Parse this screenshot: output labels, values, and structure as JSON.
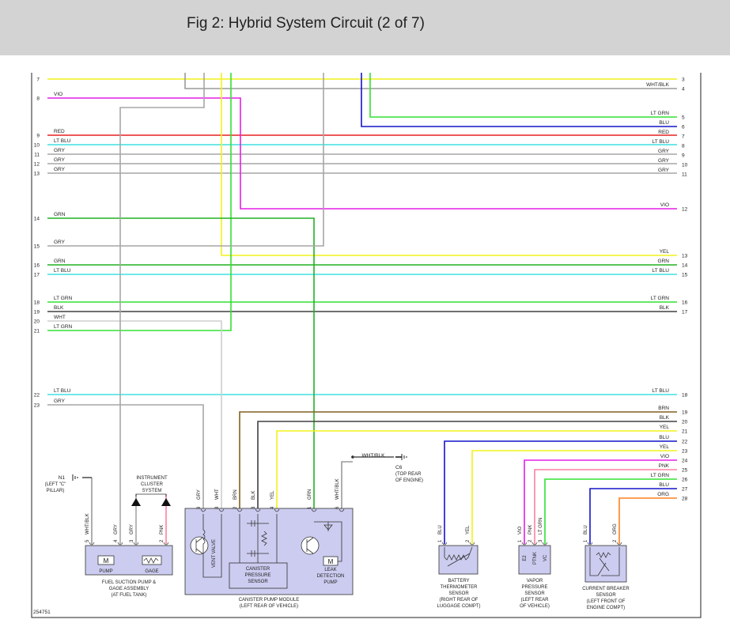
{
  "header": {
    "title": "Fig 2: Hybrid System Circuit (2 of 7)"
  },
  "figure_id": "254751",
  "colors": {
    "YEL": "#f2f21a",
    "VIO": "#e61ee6",
    "RED": "#e62020",
    "LT BLU": "#3ee0e0",
    "GRY": "#a6a6a6",
    "GRN": "#22b022",
    "LT GRN": "#33e033",
    "BLK": "#404040",
    "WHT": "#cfcfcf",
    "BLU": "#1414c8",
    "BRN": "#806020",
    "WHT/BLK": "#9a9a9a",
    "PNK": "#ff80a0",
    "ORG": "#ff8020"
  },
  "left_wires": [
    {
      "pin": "7",
      "label": "YEL",
      "color": "YEL"
    },
    {
      "pin": "8",
      "label": "VIO",
      "color": "VIO"
    },
    {
      "pin": "9",
      "label": "RED",
      "color": "RED"
    },
    {
      "pin": "10",
      "label": "LT BLU",
      "color": "LT BLU"
    },
    {
      "pin": "11",
      "label": "GRY",
      "color": "GRY"
    },
    {
      "pin": "12",
      "label": "GRY",
      "color": "GRY"
    },
    {
      "pin": "13",
      "label": "GRY",
      "color": "GRY"
    },
    {
      "pin": "14",
      "label": "GRN",
      "color": "GRN"
    },
    {
      "pin": "15",
      "label": "GRY",
      "color": "GRY"
    },
    {
      "pin": "16",
      "label": "GRN",
      "color": "GRN"
    },
    {
      "pin": "17",
      "label": "LT BLU",
      "color": "LT BLU"
    },
    {
      "pin": "18",
      "label": "LT GRN",
      "color": "LT GRN"
    },
    {
      "pin": "19",
      "label": "BLK",
      "color": "BLK"
    },
    {
      "pin": "20",
      "label": "WHT",
      "color": "WHT"
    },
    {
      "pin": "21",
      "label": "LT GRN",
      "color": "LT GRN"
    },
    {
      "pin": "22",
      "label": "LT BLU",
      "color": "LT BLU"
    },
    {
      "pin": "23",
      "label": "GRY",
      "color": "GRY"
    }
  ],
  "right_wires": [
    {
      "pin": "3",
      "label": "YEL",
      "color": "YEL"
    },
    {
      "pin": "4",
      "label": "WHT/BLK",
      "color": "WHT/BLK"
    },
    {
      "pin": "5",
      "label": "LT GRN",
      "color": "LT GRN"
    },
    {
      "pin": "6",
      "label": "BLU",
      "color": "BLU"
    },
    {
      "pin": "7",
      "label": "RED",
      "color": "RED"
    },
    {
      "pin": "8",
      "label": "LT BLU",
      "color": "LT BLU"
    },
    {
      "pin": "9",
      "label": "GRY",
      "color": "GRY"
    },
    {
      "pin": "10",
      "label": "GRY",
      "color": "GRY"
    },
    {
      "pin": "11",
      "label": "GRY",
      "color": "GRY"
    },
    {
      "pin": "12",
      "label": "VIO",
      "color": "VIO"
    },
    {
      "pin": "13",
      "label": "YEL",
      "color": "YEL"
    },
    {
      "pin": "14",
      "label": "GRN",
      "color": "GRN"
    },
    {
      "pin": "15",
      "label": "LT BLU",
      "color": "LT BLU"
    },
    {
      "pin": "16",
      "label": "LT GRN",
      "color": "LT GRN"
    },
    {
      "pin": "17",
      "label": "BLK",
      "color": "BLK"
    },
    {
      "pin": "18",
      "label": "LT BLU",
      "color": "LT BLU"
    },
    {
      "pin": "19",
      "label": "BRN",
      "color": "BRN"
    },
    {
      "pin": "20",
      "label": "BLK",
      "color": "BLK"
    },
    {
      "pin": "21",
      "label": "YEL",
      "color": "YEL"
    },
    {
      "pin": "22",
      "label": "BLU",
      "color": "BLU"
    },
    {
      "pin": "23",
      "label": "YEL",
      "color": "YEL"
    },
    {
      "pin": "24",
      "label": "VIO",
      "color": "VIO"
    },
    {
      "pin": "25",
      "label": "PNK",
      "color": "PNK"
    },
    {
      "pin": "26",
      "label": "LT GRN",
      "color": "LT GRN"
    },
    {
      "pin": "27",
      "label": "BLU",
      "color": "BLU"
    },
    {
      "pin": "28",
      "label": "ORG",
      "color": "ORG"
    }
  ],
  "ground_n1": {
    "name": "N1",
    "location": [
      "(LEFT \"C\"",
      "PILLAR)"
    ]
  },
  "ground_c6": {
    "wire": "WHT/BLK",
    "name": "C6",
    "location": [
      "(TOP REAR",
      "OF ENGINE)"
    ]
  },
  "cluster": {
    "lines": [
      "INSTRUMENT",
      "CLUSTER",
      "SYSTEM"
    ]
  },
  "fuel_pump": {
    "pins": [
      {
        "num": "5",
        "wire": "WHT/BLK"
      },
      {
        "num": "4",
        "wire": "GRY"
      },
      {
        "num": "3",
        "wire": "GRY"
      },
      {
        "num": "2",
        "wire": "PNK"
      }
    ],
    "pump_label": "PUMP",
    "gage_label": "GAGE",
    "caption": [
      "FUEL SUCTION PUMP &",
      "GAGE ASSEMBLY",
      "(AT FUEL TANK)"
    ]
  },
  "canister": {
    "pins": [
      {
        "num": "9",
        "wire": "GRY"
      },
      {
        "num": "8",
        "wire": "WHT"
      },
      {
        "num": "2",
        "wire": "BRN"
      },
      {
        "num": "3",
        "wire": "BLK"
      },
      {
        "num": "4",
        "wire": "YEL"
      },
      {
        "num": "1",
        "wire": "GRN"
      },
      {
        "num": "6",
        "wire": "WHT/BLK"
      }
    ],
    "vent_valve": "VENT VALVE",
    "sensor": [
      "CANISTER",
      "PRESSURE",
      "SENSOR"
    ],
    "leak_pump": [
      "LEAK",
      "DETECTION",
      "PUMP"
    ],
    "caption": [
      "CANISTER PUMP MODULE",
      "(LEFT REAR OF VEHICLE)"
    ]
  },
  "battery_sensor": {
    "pins": [
      {
        "num": "1",
        "wire": "BLU"
      },
      {
        "num": "2",
        "wire": "YEL"
      }
    ],
    "caption": [
      "BATTERY",
      "THERMOMETER",
      "SENSOR",
      "(RIGHT REAR OF",
      "LUGGAGE COMPT)"
    ]
  },
  "vapor_sensor": {
    "pins": [
      {
        "num": "1",
        "wire": "VIO"
      },
      {
        "num": "2",
        "wire": "PNK"
      },
      {
        "num": "3",
        "wire": "LT GRN"
      }
    ],
    "terminals": [
      "E2",
      "PTNK",
      "VC"
    ],
    "caption": [
      "VAPOR",
      "PRESSURE",
      "SENSOR",
      "(LEFT REAR",
      "OF VEHICLE)"
    ]
  },
  "breaker_sensor": {
    "pins": [
      {
        "num": "1",
        "wire": "BLU"
      },
      {
        "num": "2",
        "wire": "ORG"
      }
    ],
    "caption": [
      "CURRENT BREAKER",
      "SENSOR",
      "(LEFT FRONT OF",
      "ENGINE COMPT)"
    ]
  }
}
